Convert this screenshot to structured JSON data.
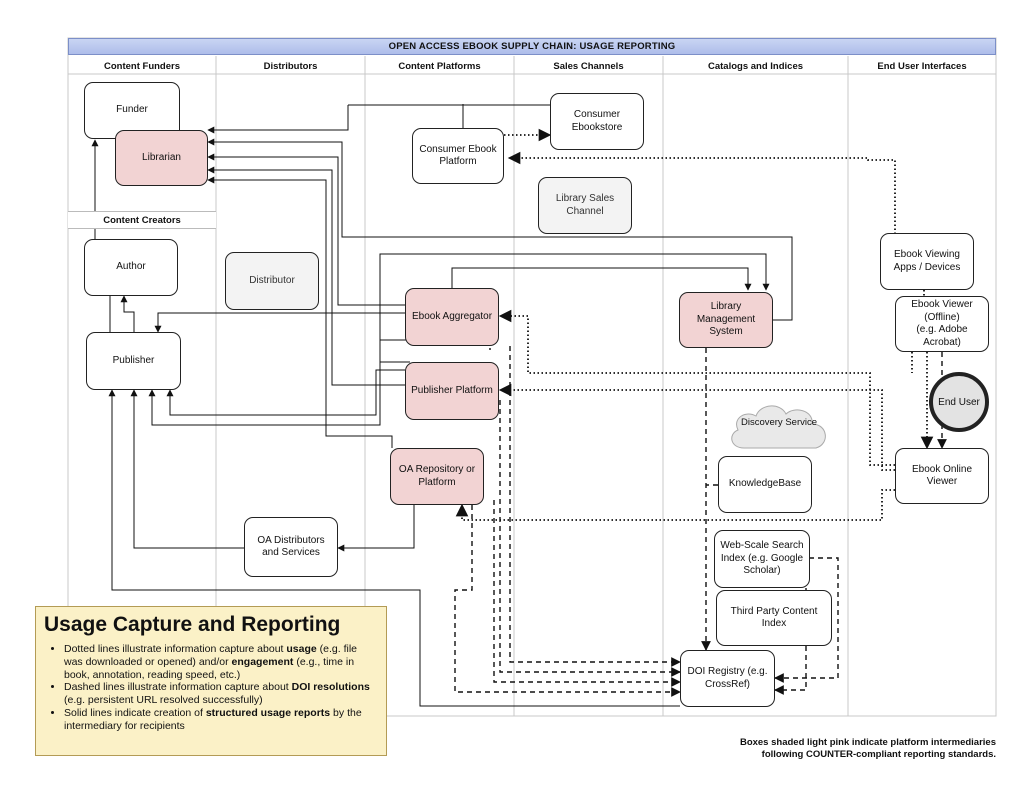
{
  "title": "OPEN ACCESS EBOOK SUPPLY CHAIN: USAGE REPORTING",
  "lanes": {
    "content_funders": "Content Funders",
    "distributors": "Distributors",
    "content_platforms": "Content Platforms",
    "sales_channels": "Sales Channels",
    "catalogs_indices": "Catalogs and Indices",
    "end_user_interfaces": "End User Interfaces"
  },
  "sublane": "Content Creators",
  "nodes": {
    "funder": "Funder",
    "librarian": "Librarian",
    "author": "Author",
    "publisher": "Publisher",
    "distributor": "Distributor",
    "consumer_ebook_platform": "Consumer Ebook\nPlatform",
    "consumer_ebookstore": "Consumer\nEbookstore",
    "library_sales_channel": "Library Sales\nChannel",
    "ebook_aggregator": "Ebook Aggregator",
    "publisher_platform": "Publisher Platform",
    "oa_repository": "OA Repository or\nPlatform",
    "oa_distributors": "OA Distributors\nand Services",
    "library_management_system": "Library\nManagement\nSystem",
    "discovery_service": "Discovery\nService",
    "knowledgebase": "KnowledgeBase",
    "web_scale_search_index": "Web-Scale Search\nIndex  (e.g. Google\nScholar)",
    "third_party_content_index": "Third Party Content\nIndex",
    "doi_registry": "DOI Registry (e.g.\nCrossRef)",
    "ebook_viewing_apps": "Ebook Viewing\nApps / Devices",
    "ebook_viewer_offline": "Ebook Viewer\n(Offline)\n(e.g. Adobe\nAcrobat)",
    "end_user": "End User",
    "ebook_online_viewer": "Ebook Online\nViewer"
  },
  "legend": {
    "heading": "Usage Capture and Reporting",
    "items": [
      {
        "pre": "Dotted lines illustrate information capture about ",
        "bold1": "usage",
        "mid": " (e.g. file was downloaded or opened) and/or ",
        "bold2": "engagement",
        "post": " (e.g., time in book, annotation, reading speed, etc.)"
      },
      {
        "pre": "Dashed lines illustrate information capture about ",
        "bold1": "DOI resolutions",
        "mid": " (e.g. persistent URL resolved successfully)",
        "bold2": "",
        "post": ""
      },
      {
        "pre": "Solid lines indicate creation of ",
        "bold1": "structured usage reports",
        "mid": " by the intermediary for recipients",
        "bold2": "",
        "post": ""
      }
    ]
  },
  "note": "Boxes shaded light pink indicate platform intermediaries\nfollowing COUNTER-compliant reporting standards.",
  "colors": {
    "pink": "#f2d3d3",
    "banner": "#b9c7f0",
    "legend_bg": "#fbf1c7",
    "gray_box": "#f3f3f3"
  }
}
